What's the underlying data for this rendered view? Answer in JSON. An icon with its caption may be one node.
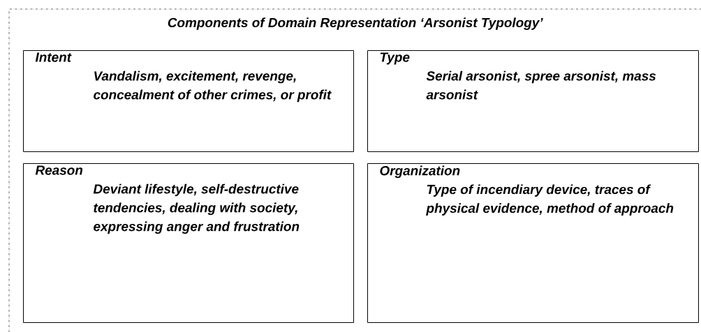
{
  "diagram": {
    "nodes": [
      {
        "text": [
          "Components of Domain Representation ‘Arsonist Typology’"
        ]
      },
      {
        "text": [
          "Intent",
          "Vandalism, excitement, revenge, concealment of other crimes, or profit"
        ],
        "in": 0
      },
      {
        "text": [
          "Type",
          "Serial arsonist, spree arsonist, mass arsonist"
        ],
        "in": 0
      },
      {
        "text": [
          "Reason",
          "Deviant lifestyle, self-destructive tendencies, dealing with society, expressing anger and frustration"
        ],
        "in": 0
      },
      {
        "text": [
          "Organization",
          "Type of incendiary device, traces of physical evidence, method of approach"
        ],
        "in": 0
      }
    ]
  }
}
